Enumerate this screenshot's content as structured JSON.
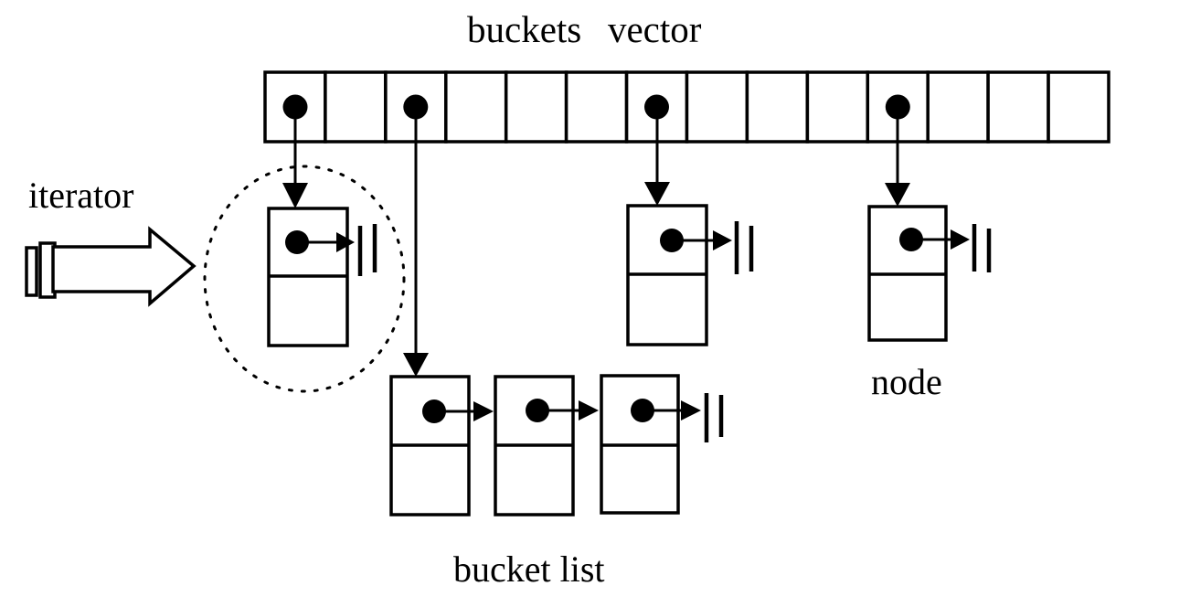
{
  "colors": {
    "ink": "#000000",
    "background": "#ffffff"
  },
  "labels": {
    "title": "buckets vector",
    "iterator": "iterator",
    "node": "node",
    "bucket_list": "bucket list"
  },
  "buckets_vector": {
    "cell_count": 14,
    "occupied_cell_indices": [
      0,
      2,
      6,
      10
    ],
    "empty_cell_indices": [
      1,
      3,
      4,
      5,
      7,
      8,
      9,
      11,
      12,
      13
    ]
  },
  "diagram": {
    "type": "hash-table-structure",
    "bucket_list_chain_node_count": 3,
    "single_node_bucket_count": 2,
    "circled_node_count": 1,
    "iterator_points_to": "circled node",
    "null_terminator_glyph": "||",
    "node_cell_count_per_node": 2
  }
}
